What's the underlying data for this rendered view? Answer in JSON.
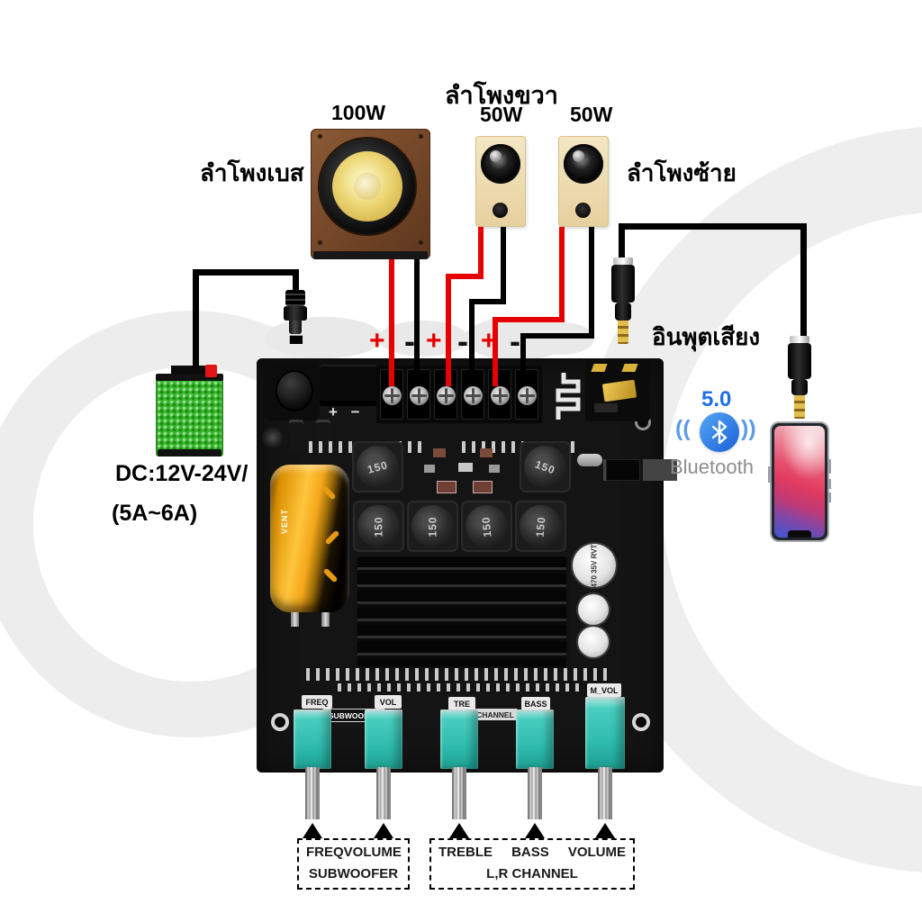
{
  "labels": {
    "right_speaker_title": "ลำโพงขวา",
    "bass_speaker": "ลำโพงเบส",
    "left_speaker": "ลำโพงซ้าย",
    "audio_input": "อินพุตเสียง",
    "subwoofer_power": "100W",
    "satellite1_power": "50W",
    "satellite2_power": "50W",
    "power_supply_line1": "DC:12V-24V/",
    "power_supply_line2": "(5A~6A)"
  },
  "terminal_signs": [
    "+",
    "-",
    "+",
    "-",
    "+",
    "-"
  ],
  "dc_minus_sign": "-",
  "board": {
    "silkscreen_polarity": "+  −",
    "inductor_value": "150",
    "capacitor_value": "470 35V RVT",
    "gold_capacitor_text": "VENT",
    "pot_labels": {
      "freq": "FREQ",
      "vol": "VOL",
      "subwoofer": "SUBWOOFER",
      "tre": "TRE",
      "channel": "CHANNEL",
      "bass": "BASS",
      "master_volume": "M_VOL"
    }
  },
  "bluetooth": {
    "version": "5.0",
    "name": "Bluetooth",
    "wave_left": "((",
    "wave_right": "))"
  },
  "legend": {
    "subwoofer_box": {
      "col1": "FREQ",
      "col2": "VOLUME",
      "line2": "SUBWOOFER"
    },
    "channel_box": {
      "col1": "TREBLE",
      "col2": "BASS",
      "col3": "VOLUME",
      "line2": "L,R CHANNEL"
    }
  },
  "colors": {
    "positive_wire": "#e60000",
    "negative_wire": "#000000",
    "pcb": "#141414",
    "pot_teal": "#35c2b2",
    "psu_green": "#35b82a",
    "bluetooth_blue": "#1d66d8",
    "watermark": "#ededed"
  }
}
